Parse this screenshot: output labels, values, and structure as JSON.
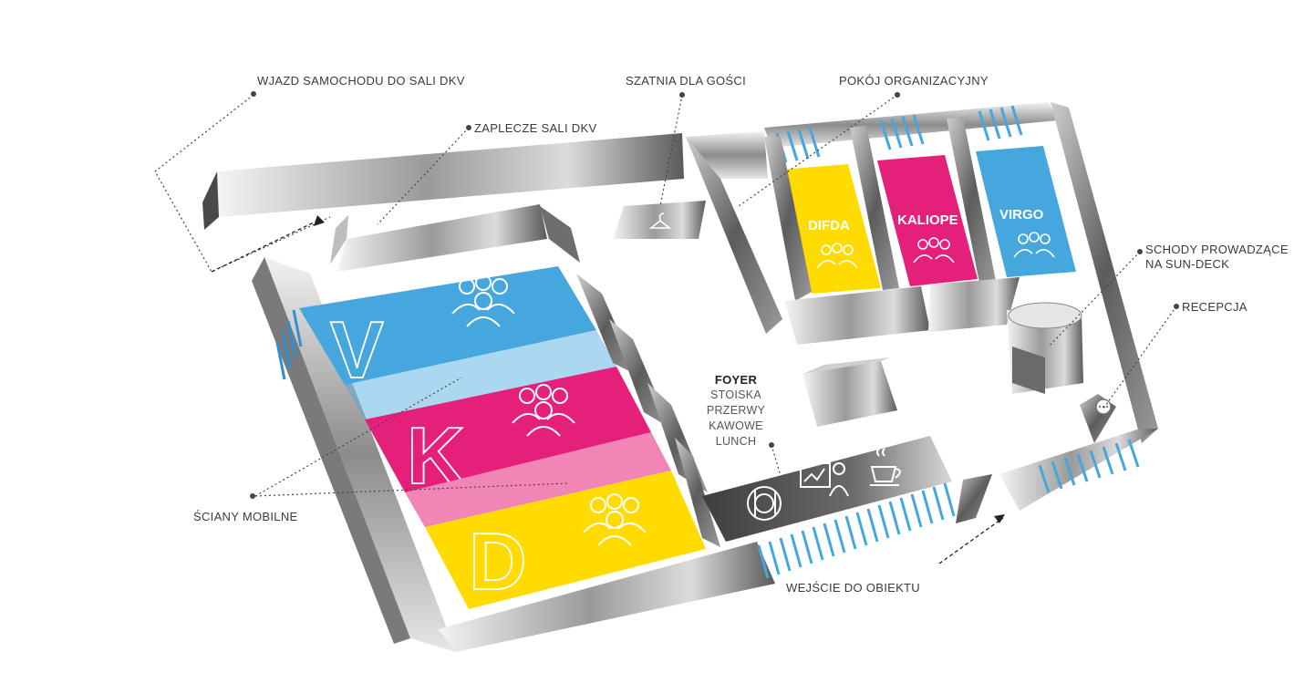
{
  "labels": {
    "car_entry": "WJAZD SAMOCHODU DO SALI DKV",
    "dkv_backstage": "ZAPLECZE SALI DKV",
    "cloakroom": "SZATNIA DLA GOŚCI",
    "organizer_room": "POKÓJ ORGANIZACYJNY",
    "stairs_line1": "SCHODY PROWADZĄCE",
    "stairs_line2": "NA SUN-DECK",
    "reception": "RECEPCJA",
    "mobile_walls": "ŚCIANY MOBILNE",
    "entrance": "WEJŚCIE DO OBIEKTU"
  },
  "foyer": {
    "title": "FOYER",
    "lines": [
      "STOISKA",
      "PRZERWY",
      "KAWOWE",
      "LUNCH"
    ]
  },
  "small_rooms": [
    {
      "name": "DIFDA",
      "color": "#FFDB00"
    },
    {
      "name": "KALIOPE",
      "color": "#E5207A"
    },
    {
      "name": "VIRGO",
      "color": "#45A7DE"
    }
  ],
  "main_halls": [
    {
      "letter": "V",
      "color": "#45A7DE"
    },
    {
      "letter": "K",
      "color": "#E5207A"
    },
    {
      "letter": "D",
      "color": "#FFDB00"
    }
  ],
  "icons": [
    "people-group-icon",
    "hanger-icon",
    "restaurant-icon",
    "presentation-icon",
    "coffee-icon",
    "chat-icon"
  ]
}
